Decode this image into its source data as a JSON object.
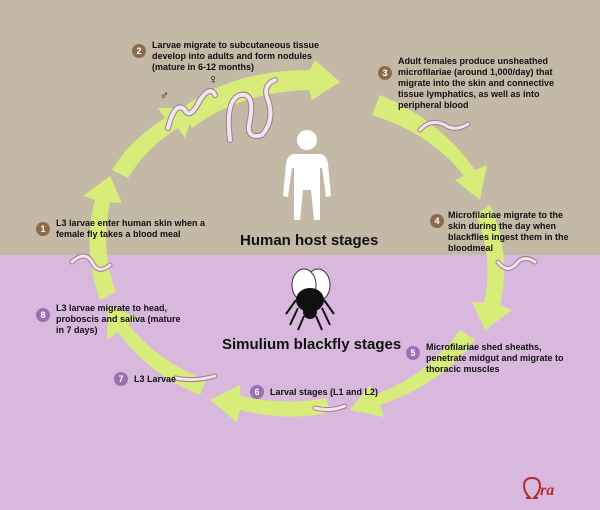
{
  "colors": {
    "host_bg": "#c4b8a6",
    "fly_bg": "#d8b9dd",
    "cycle_arrow": "#d8ec7a",
    "host_badge": "#8c6a4e",
    "fly_badge": "#9a6fb4",
    "worm": "#f2e4ee",
    "worm_outline": "#9c7f8e"
  },
  "icons": [
    "male-symbol-icon",
    "female-symbol-icon",
    "human-silhouette-icon",
    "blackfly-icon",
    "omega-logo-icon"
  ],
  "stages": {
    "host": "Human host stages",
    "fly": "Simulium blackfly stages"
  },
  "steps": [
    {
      "n": "1",
      "text": "L3 larvae enter human skin when a female fly takes a blood meal"
    },
    {
      "n": "2",
      "text": "Larvae migrate to subcutaneous tissue develop into adults and form nodules (mature in 6-12 months)"
    },
    {
      "n": "3",
      "text": "Adult females produce unsheathed microfilariae (around 1,000/day) that migrate into the skin and connective tissue lymphatics, as well as into peripheral blood"
    },
    {
      "n": "4",
      "text": "Microfilariae migrate to the skin during the day when blackflies ingest them in the bloodmeal"
    },
    {
      "n": "5",
      "text": "Microfilariae shed sheaths, penetrate midgut and migrate to thoracic muscles"
    },
    {
      "n": "6",
      "text": "Larval stages (L1 and L2)"
    },
    {
      "n": "7",
      "text": "L3 Larvae"
    },
    {
      "n": "8",
      "text": "L3 larvae migrate to head, proboscis and saliva (mature in 7 days)"
    }
  ],
  "symbols": {
    "male": "♂",
    "female": "♀"
  },
  "logo": {
    "text": "ra"
  }
}
